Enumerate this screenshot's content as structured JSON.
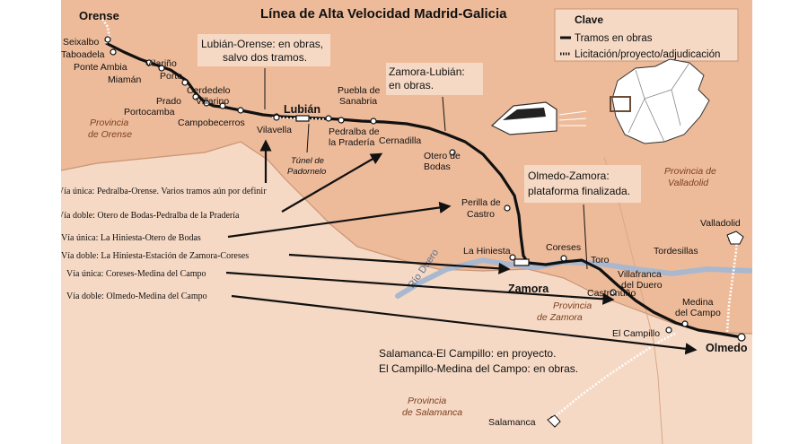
{
  "title": "Línea de Alta Velocidad Madrid-Galicia",
  "legend": {
    "heading": "Clave",
    "items": [
      {
        "label": "Tramos en obras",
        "style": "solid"
      },
      {
        "label": "Licitación/proyecto/adjudicación",
        "style": "dotted"
      }
    ]
  },
  "colors": {
    "background": "#eebb9a",
    "land_light": "#f6d9c4",
    "rail": "#111111",
    "river": "#a9b8cf",
    "text": "#111111"
  },
  "cities_major": {
    "orense": "Orense",
    "lubian": "Lubián",
    "zamora": "Zamora",
    "olmedo": "Olmedo"
  },
  "stations": {
    "seixalbo": "Seixalbo",
    "taboadela": "Taboadela",
    "ponte_ambia": "Ponte Ambia",
    "miaman": "Miamán",
    "vilarino": "Vilariño",
    "porto": "Porto",
    "prado": "Prado",
    "portocamba": "Portocamba",
    "cerdedelo": "Cerdedelo",
    "villarino": "Villarino",
    "campobecerros": "Campobecerros",
    "vilavella": "Vilavella",
    "puebla": "Puebla de\nSanabria",
    "pedralba": "Pedralba de\nla Pradería",
    "cernadilla": "Cernadilla",
    "otero": "Otero de\nBodas",
    "perilla": "Perilla de\nCastro",
    "hiniesta": "La Hiniesta",
    "coreses": "Coreses",
    "toro": "Toro",
    "tordesillas": "Tordesillas",
    "villafranca": "Villafranca\ndel Duero",
    "castronuno": "Castronuño",
    "medina": "Medina\ndel Campo",
    "campillo": "El Campillo",
    "valladolid": "Valladolid",
    "salamanca": "Salamanca"
  },
  "provinces": {
    "orense": "Provincia\nde Orense",
    "zamora": "Provincia\nde Zamora",
    "valladolid": "Provincia de\nValladolid",
    "salamanca": "Provincia\nde Salamanca"
  },
  "river": "Río Duero",
  "tunnel": "Túnel de\nPadornelo",
  "callouts": {
    "lubian_orense": "Lubián-Orense: en obras,\nsalvo dos tramos.",
    "zamora_lubian": "Zamora-Lubián:\nen obras.",
    "olmedo_zamora": "Olmedo-Zamora:\nplataforma finalizada.",
    "salamanca": "Salamanca-El Campillo: en proyecto.\nEl Campillo-Medina del Campo: en obras."
  },
  "track_notes": [
    "Vía única: Pedralba-Orense. Varios tramos aún por definir",
    "Vía doble: Otero de Bodas-Pedralba de la Pradería",
    "Vía única: La Hiniesta-Otero de Bodas",
    "Vía doble: La Hiniesta-Estación de Zamora-Coreses",
    "Vía única: Coreses-Medina del Campo",
    "Vía doble: Olmedo-Medina del Campo"
  ]
}
